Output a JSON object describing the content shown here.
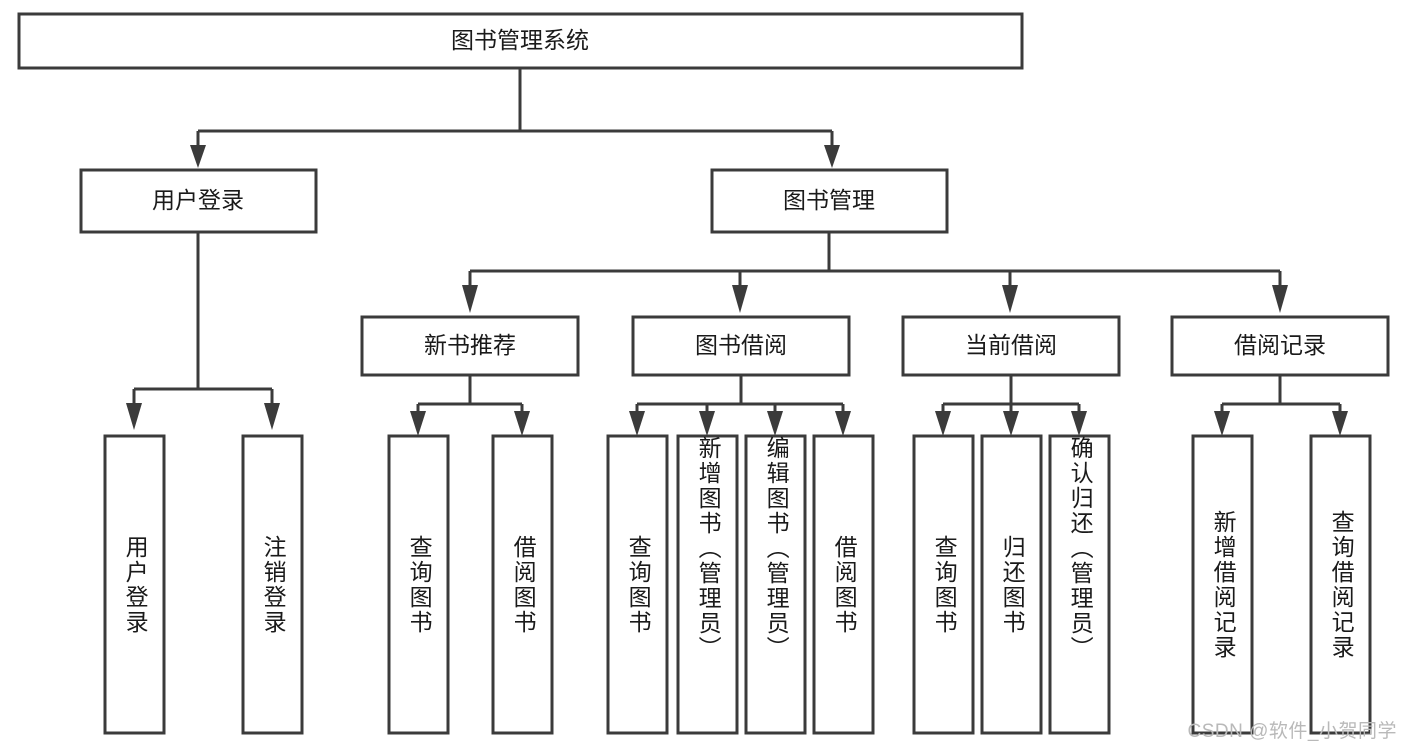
{
  "diagram": {
    "title": "图书管理系统",
    "type": "functional-structure-tree",
    "theme": {
      "background": "#ffffff",
      "box_fill": "#ffffff",
      "box_stroke": "#3b3b3b",
      "line_color": "#3b3b3b",
      "text_color": "#1a1a1a",
      "watermark_color": "#b9b9b9"
    },
    "root": {
      "label": "图书管理系统"
    },
    "level2": [
      {
        "label": "用户登录"
      },
      {
        "label": "图书管理"
      }
    ],
    "level3": [
      {
        "label": "新书推荐"
      },
      {
        "label": "图书借阅"
      },
      {
        "label": "当前借阅"
      },
      {
        "label": "借阅记录"
      }
    ],
    "leaves": {
      "user_login": [
        {
          "label": "用户登录"
        },
        {
          "label": "注销登录"
        }
      ],
      "new_book_recommend": [
        {
          "label": "查询图书"
        },
        {
          "label": "借阅图书"
        }
      ],
      "book_borrow": [
        {
          "label": "查询图书"
        },
        {
          "label": "新增图书（管理员）"
        },
        {
          "label": "编辑图书（管理员）"
        },
        {
          "label": "借阅图书"
        }
      ],
      "current_borrow": [
        {
          "label": "查询图书"
        },
        {
          "label": "归还图书"
        },
        {
          "label": "确认归还（管理员）"
        }
      ],
      "borrow_record": [
        {
          "label": "新增借阅记录"
        },
        {
          "label": "查询借阅记录"
        }
      ]
    },
    "watermark": "CSDN @软件_小贺同学"
  }
}
